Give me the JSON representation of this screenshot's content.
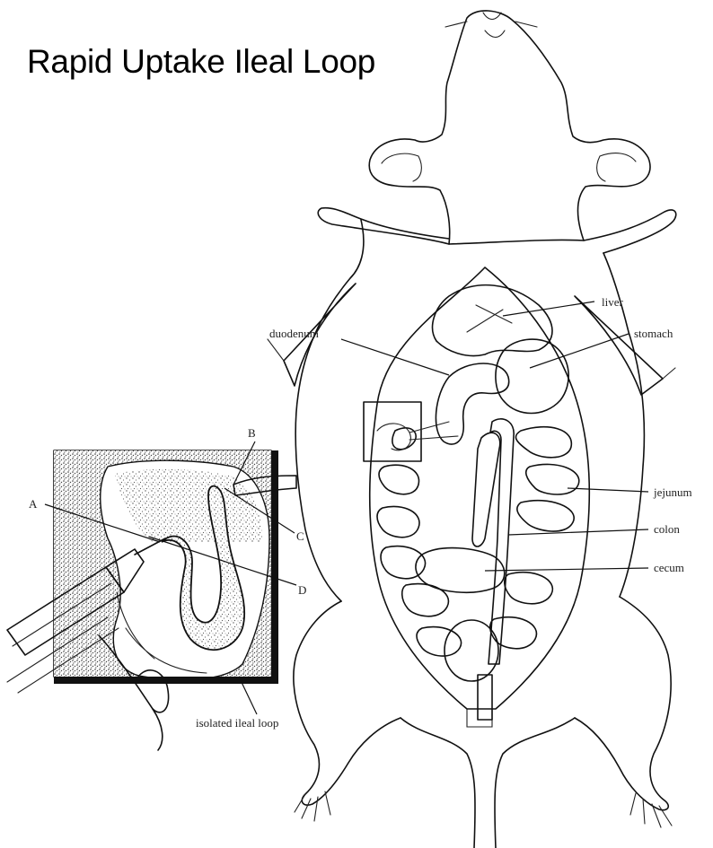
{
  "title": "Rapid Uptake Ileal Loop",
  "labels": {
    "liver": "liver",
    "stomach": "stomach",
    "duodenum": "duodenum",
    "jejunum": "jejunum",
    "colon": "colon",
    "cecum": "cecum",
    "isolated_ileal_loop": "isolated ileal loop"
  },
  "letters": {
    "a": "A",
    "b": "B",
    "c": "C",
    "d": "D"
  }
}
